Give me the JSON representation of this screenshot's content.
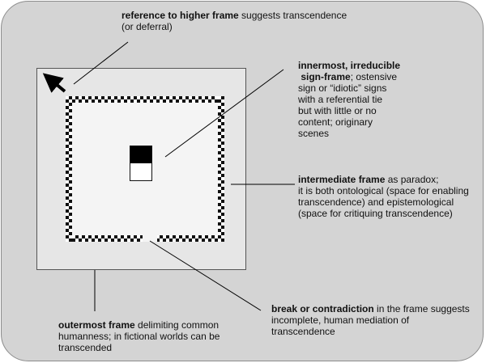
{
  "diagram": {
    "higher_frame": {
      "bold": "reference to higher frame",
      "rest": " suggests transcendence",
      "line2": "(or deferral)"
    },
    "innermost": {
      "bold_line1": "innermost, irreducible",
      "bold_line2": "sign-frame",
      "rest_line2": "; ostensive",
      "lines": [
        "sign or “idiotic” signs",
        "with a referential tie",
        "but with little or no",
        "content; originary",
        "scenes"
      ]
    },
    "intermediate": {
      "bold": "intermediate frame",
      "rest": " as paradox;",
      "lines": [
        "it is both ontological (space for enabling",
        "transcendence) and epistemological",
        "(space for critiquing transcendence)"
      ]
    },
    "break": {
      "bold": "break or contradiction",
      "rest": " in the frame suggests",
      "lines": [
        "incomplete, human mediation of",
        "transcendence"
      ]
    },
    "outermost": {
      "bold": "outermost frame",
      "rest": " delimiting common",
      "lines": [
        "humanness; in fictional worlds can be",
        "transcended"
      ]
    }
  }
}
